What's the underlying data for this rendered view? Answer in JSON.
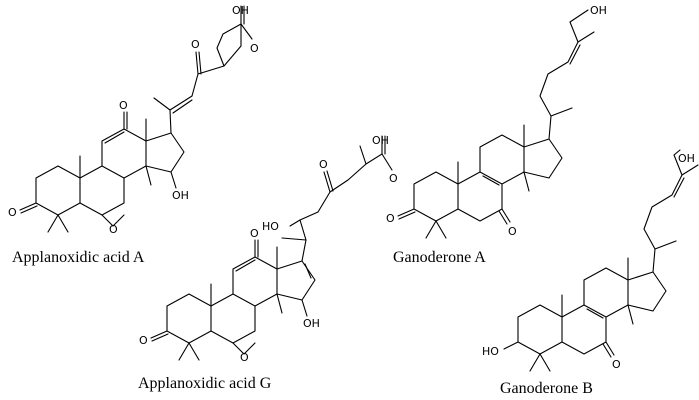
{
  "compounds": [
    {
      "name": "Applanoxidic acid A"
    },
    {
      "name": "Applanoxidic acid G"
    },
    {
      "name": "Ganoderone A"
    },
    {
      "name": "Ganoderone B"
    }
  ],
  "atom_labels": {
    "oh": "OH",
    "ho": "HO",
    "o": "O"
  }
}
